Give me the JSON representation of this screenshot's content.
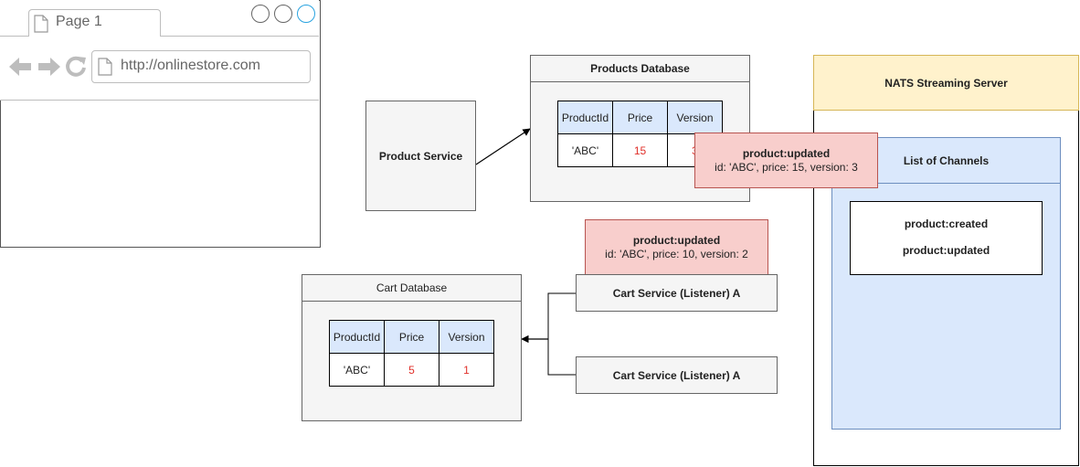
{
  "browser": {
    "tab_label": "Page 1",
    "url": "http://onlinestore.com",
    "icons": [
      "page-icon",
      "back-arrow-icon",
      "forward-arrow-icon",
      "reload-icon"
    ]
  },
  "product_service": {
    "label": "Product Service"
  },
  "products_db": {
    "title": "Products Database",
    "columns": [
      "ProductId",
      "Price",
      "Version"
    ],
    "row": [
      "'ABC'",
      "15",
      "3"
    ]
  },
  "event_top": {
    "title": "product:updated",
    "detail": "id: 'ABC', price: 15, version: 3"
  },
  "event_mid": {
    "title": "product:updated",
    "detail": "id: 'ABC', price: 10, version: 2"
  },
  "cart_db": {
    "title": "Cart Database",
    "columns": [
      "ProductId",
      "Price",
      "Version"
    ],
    "row": [
      "'ABC'",
      "5",
      "1"
    ]
  },
  "listeners": {
    "a1": "Cart Service (Listener) A",
    "a2": "Cart Service (Listener) A"
  },
  "nats": {
    "title": "NATS Streaming Server",
    "channels_title": "List of Channels",
    "channels": [
      "product:created",
      "product:updated"
    ]
  },
  "colors": {
    "table_header": "#dae8fc",
    "event_fill": "#f8cecc",
    "server_header": "#fff2cc",
    "highlight_value": "#e0302a"
  }
}
